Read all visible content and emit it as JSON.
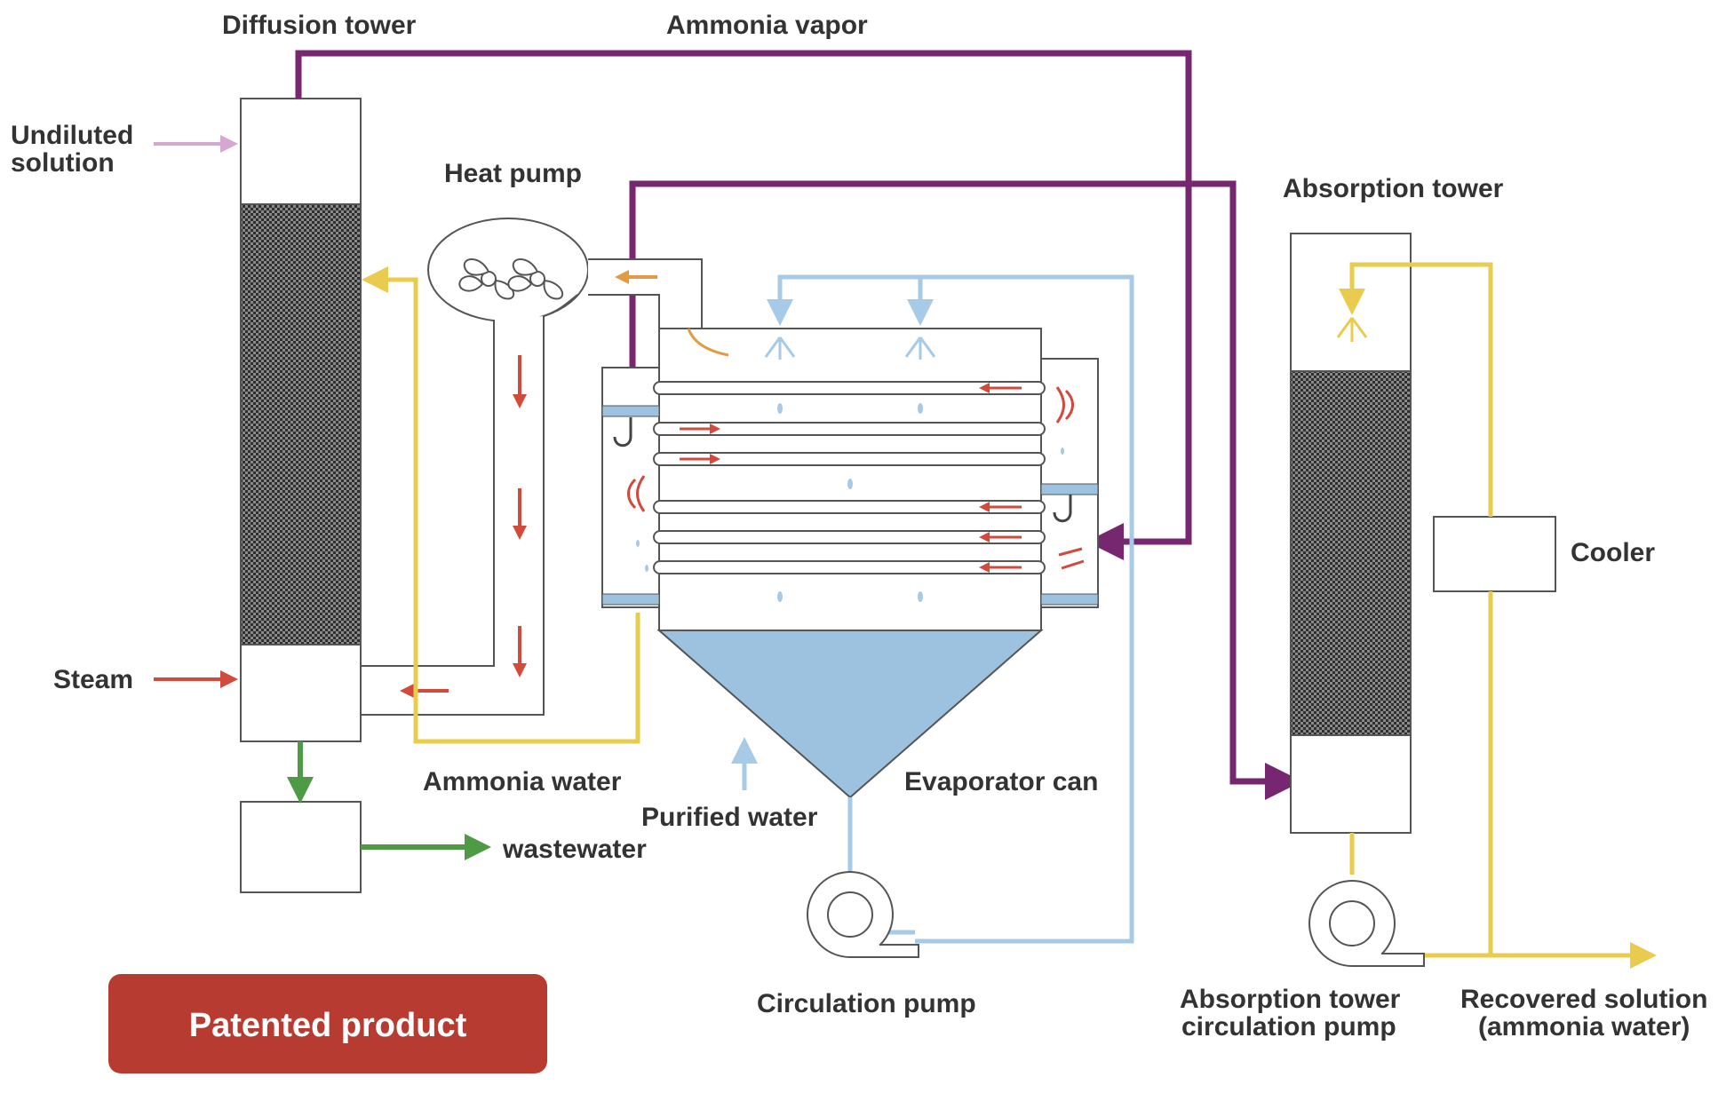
{
  "labels": {
    "diffusion_tower": "Diffusion tower",
    "ammonia_vapor": "Ammonia vapor",
    "undiluted_line1": "Undiluted",
    "undiluted_line2": "solution",
    "heat_pump": "Heat pump",
    "absorption_tower": "Absorption tower",
    "cooler": "Cooler",
    "steam": "Steam",
    "ammonia_water": "Ammonia water",
    "evaporator_can": "Evaporator can",
    "purified_water": "Purified water",
    "wastewater": "wastewater",
    "circulation_pump": "Circulation pump",
    "abs_pump_line1": "Absorption tower",
    "abs_pump_line2": "circulation pump",
    "recovered_line1": "Recovered solution",
    "recovered_line2": "(ammonia water)"
  },
  "badge": {
    "text": "Patented product"
  },
  "colors": {
    "purple": "#76276f",
    "yellow": "#e9cc4d",
    "light_blue": "#a7cbe6",
    "red": "#d24a3c",
    "pink": "#d6a7d0",
    "green": "#4f9a45",
    "orange": "#e39a42",
    "badge": "#b83b32",
    "line": "#555555",
    "water": "#9cc2e0",
    "packing": "#3a3a3a"
  }
}
